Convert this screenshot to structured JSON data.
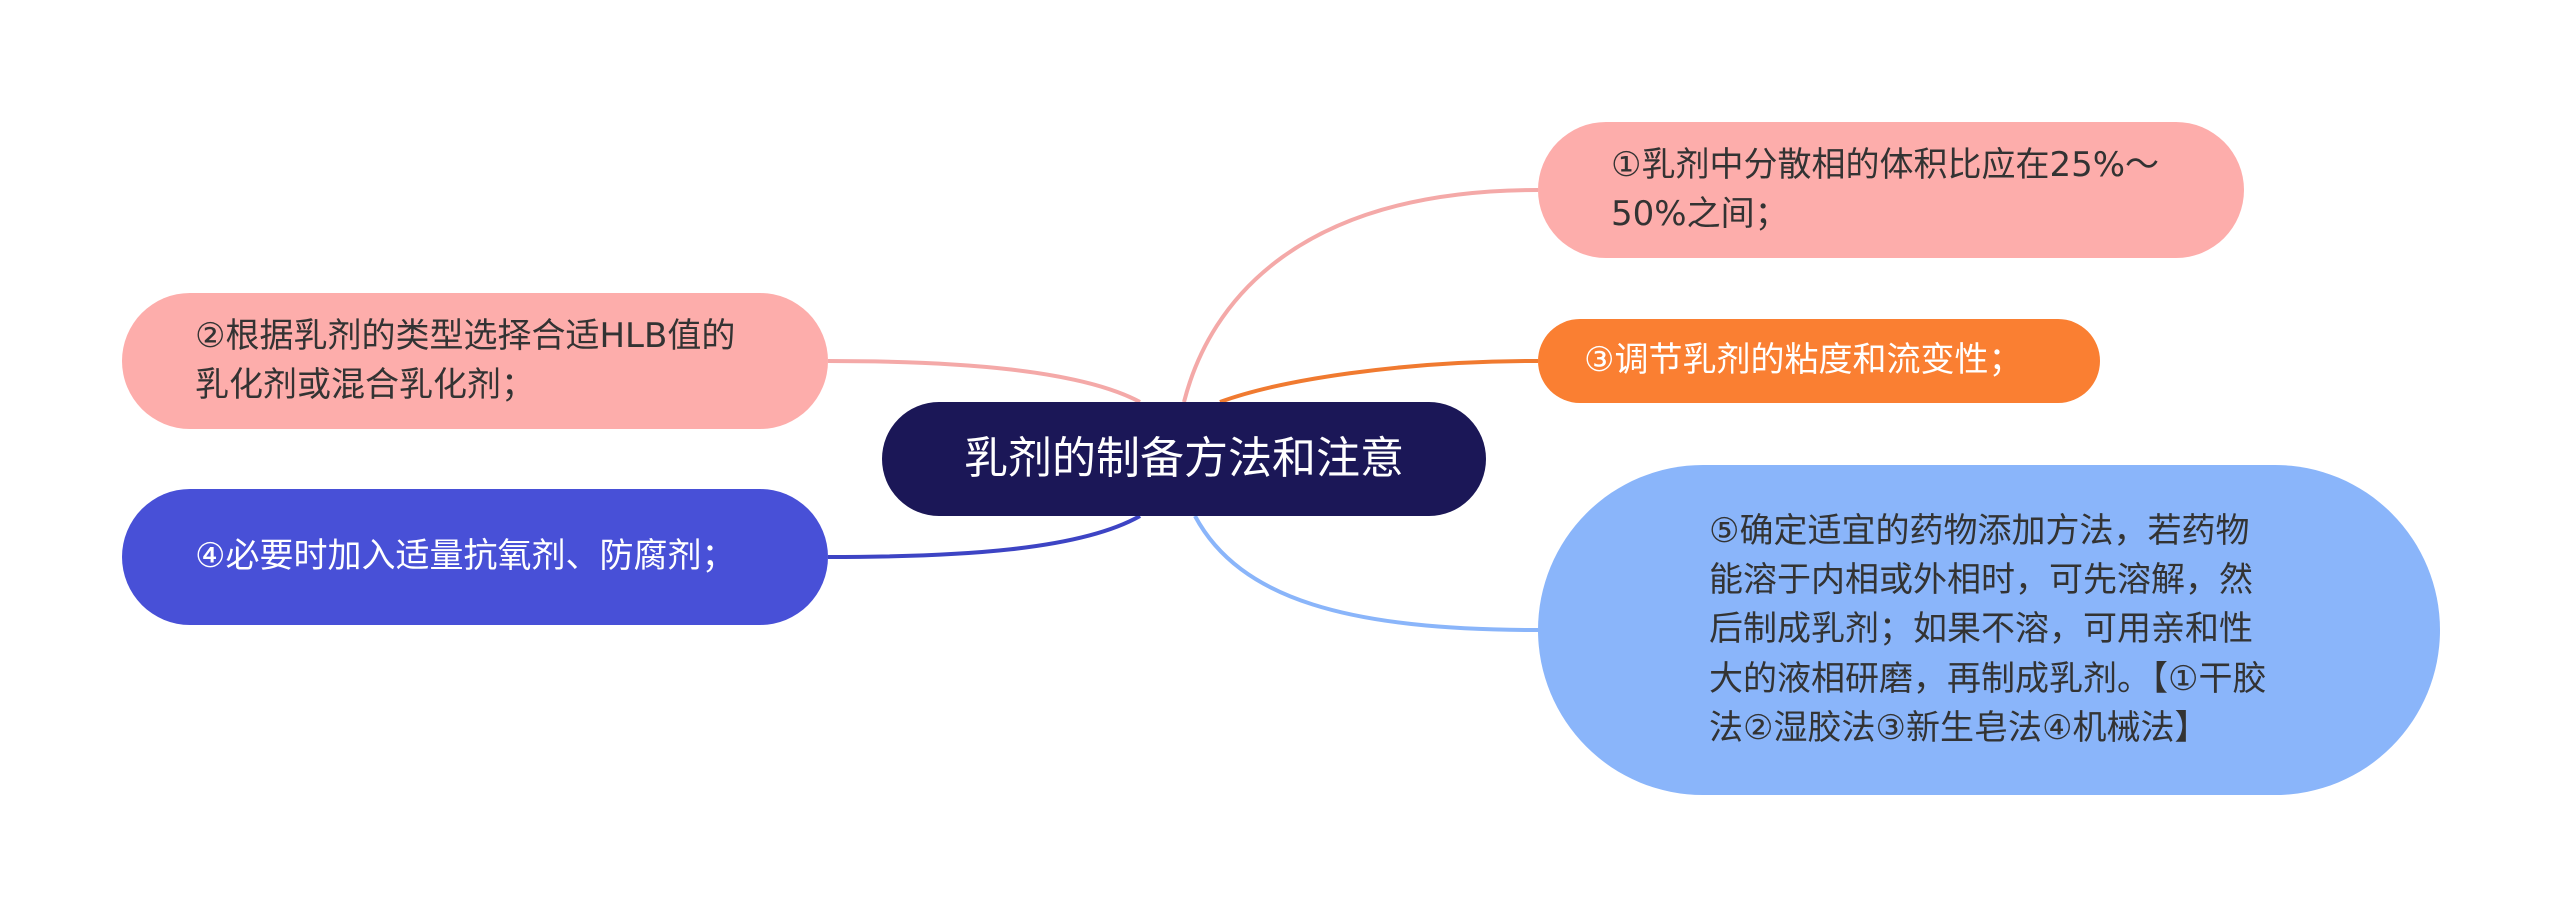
{
  "mindmap": {
    "root": {
      "text": "乳剂的制备方法和注意"
    },
    "branches": [
      {
        "id": "n1",
        "text": "①乳剂中分散相的体积比应在25%～50%之间；",
        "color": "#fdadab",
        "line_color": "#f4a9a8"
      },
      {
        "id": "n2",
        "text": "②根据乳剂的类型选择合适HLB值的乳化剂或混合乳化剂；",
        "color": "#fdadab",
        "line_color": "#f4a9a8"
      },
      {
        "id": "n3",
        "text": "③调节乳剂的粘度和流变性；",
        "color": "#fa7f32",
        "line_color": "#f07a30"
      },
      {
        "id": "n4",
        "text": "④必要时加入适量抗氧剂、防腐剂；",
        "color": "#4850d7",
        "line_color": "#3d44c4"
      },
      {
        "id": "n5",
        "text": "⑤确定适宜的药物添加方法，若药物能溶于内相或外相时，可先溶解，然后制成乳剂；如果不溶，可用亲和性大的液相研磨，再制成乳剂。【①干胶法②湿胶法③新生皂法④机械法】",
        "color": "#8ab5fa",
        "line_color": "#8ab5fa"
      }
    ],
    "colors": {
      "root_bg": "#1b1757",
      "root_text": "#ffffff",
      "background": "#ffffff"
    }
  }
}
